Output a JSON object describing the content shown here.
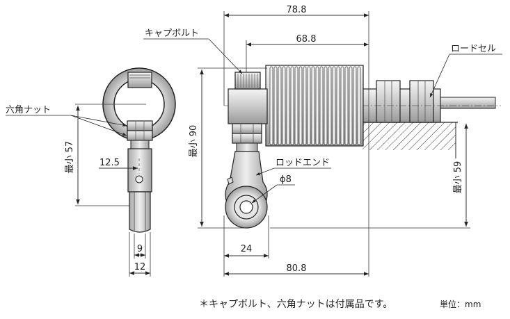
{
  "dimensions": {
    "overall_length_top": "78.8",
    "body_length": "68.8",
    "height_left_min": "最小 57",
    "height_mid_min": "最小 90",
    "height_right_min": "最小 59",
    "offset_left": "12.5",
    "width_inner": "9",
    "width_outer": "12",
    "rod_end_width": "24",
    "overall_length_bottom": "80.8",
    "bore_diameter": "ϕ8"
  },
  "labels": {
    "cap_bolt": "キャプボルト",
    "hex_nut": "六角ナット",
    "load_cell": "ロードセル",
    "rod_end": "ロッドエンド"
  },
  "footer": {
    "note": "＊キャプボルト、六角ナットは付属品です。",
    "unit": "単位：mm"
  },
  "colors": {
    "line": "#222222",
    "dim_line": "#333333",
    "hatch": "#333333"
  }
}
